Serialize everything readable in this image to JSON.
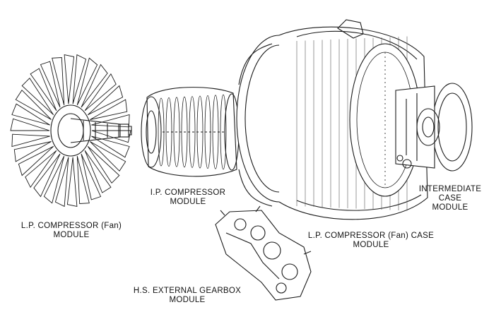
{
  "diagram": {
    "colors": {
      "ink": "#1a1a1a",
      "paper": "#ffffff",
      "shade": "#555555"
    },
    "labels": {
      "lp_fan": {
        "line1": "L.P. COMPRESSOR (Fan)",
        "line2": "MODULE"
      },
      "ip_compressor": {
        "line1": "I.P. COMPRESSOR",
        "line2": "MODULE"
      },
      "intermediate_case": {
        "line1": "INTERMEDIATE",
        "line2": "CASE",
        "line3": "MODULE"
      },
      "lp_fan_case": {
        "line1": "L.P. COMPRESSOR (Fan) CASE",
        "line2": "MODULE"
      },
      "hs_gearbox": {
        "line1": "H.S. EXTERNAL GEARBOX",
        "line2": "MODULE"
      }
    }
  }
}
